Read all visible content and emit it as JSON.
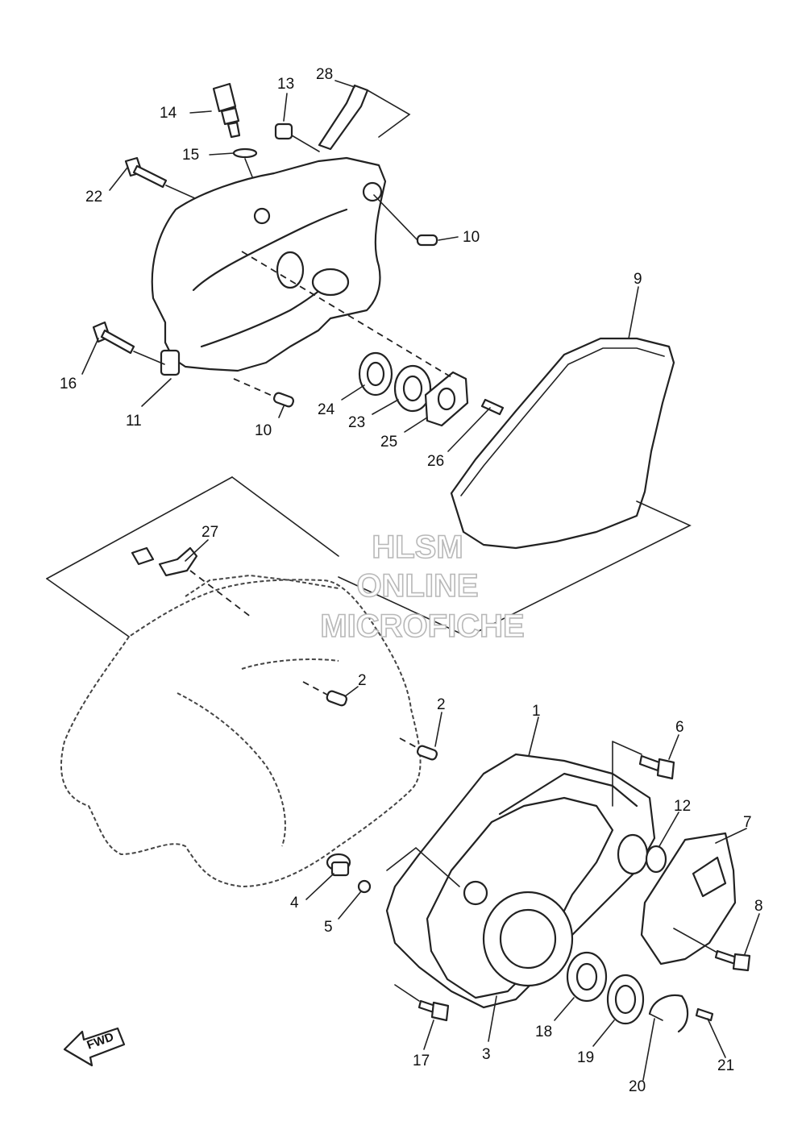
{
  "watermark": {
    "line1": "HLSM",
    "line2": "ONLINE",
    "line3": "MICROFICHE"
  },
  "direction_label": "FWD",
  "callouts": [
    "1",
    "2",
    "2",
    "3",
    "4",
    "5",
    "6",
    "7",
    "8",
    "9",
    "10",
    "10",
    "11",
    "12",
    "13",
    "14",
    "15",
    "16",
    "17",
    "18",
    "19",
    "20",
    "21",
    "22",
    "23",
    "24",
    "25",
    "26",
    "27",
    "28"
  ]
}
